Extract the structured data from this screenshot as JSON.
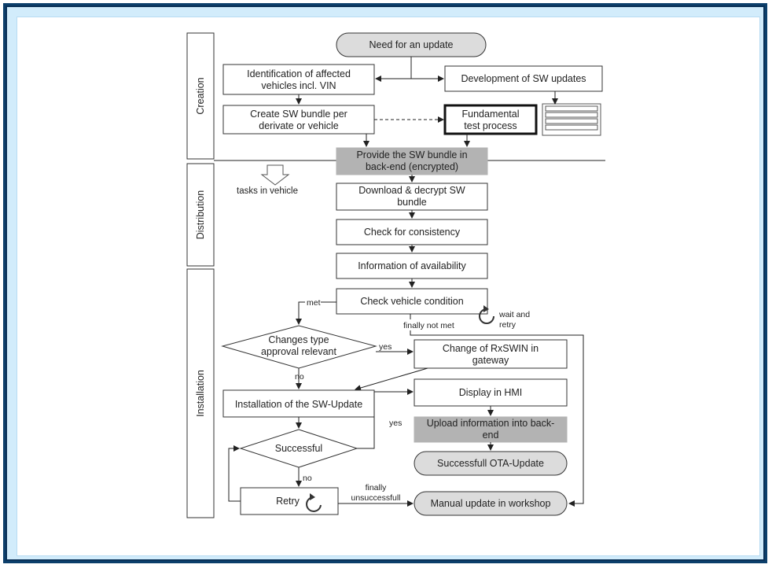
{
  "phases": {
    "creation": "Creation",
    "distribution": "Distribution",
    "installation": "Installation"
  },
  "nodes": {
    "need_update": "Need for an update",
    "identification": [
      "Identification of affected",
      "vehicles incl. VIN"
    ],
    "development": "Development of SW updates",
    "create_bundle": [
      "Create SW bundle per",
      "derivate or vehicle"
    ],
    "fundamental_test": [
      "Fundamental",
      "test process"
    ],
    "provide_bundle": [
      "Provide the SW bundle in",
      "back-end (encrypted)"
    ],
    "download_decrypt": [
      "Download & decrypt SW",
      "bundle"
    ],
    "check_consistency": "Check for consistency",
    "info_availability": "Information of availability",
    "check_vehicle": "Check vehicle condition",
    "changes_type": [
      "Changes type",
      "approval relevant"
    ],
    "change_rxswin": [
      "Change of RxSWIN in",
      "gateway"
    ],
    "installation": "Installation of the SW-Update",
    "display_hmi": "Display in HMI",
    "successful": "Successful",
    "upload_info": [
      "Upload information into back-",
      "end"
    ],
    "successfull_ota": "Successfull OTA-Update",
    "retry": "Retry",
    "manual_update": "Manual update in workshop"
  },
  "labels": {
    "tasks_in_vehicle": "tasks in vehicle",
    "met": "met",
    "yes_1": "yes",
    "no_1": "no",
    "yes_2": "yes",
    "no_2": "no",
    "finally_not_met": "finally not met",
    "wait_and_retry": [
      "wait and",
      "retry"
    ],
    "finally_unsuccessfull": [
      "finally",
      "unsuccessfull"
    ]
  }
}
